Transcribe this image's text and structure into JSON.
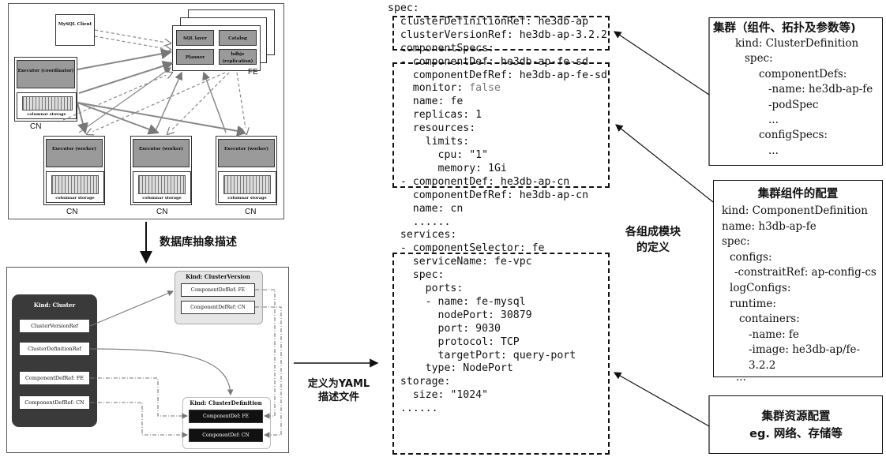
{
  "architecture": {
    "mysql_client": "MySQL Client",
    "fe_modules": [
      "SQL layer",
      "Catalog",
      "Planner",
      "bdbje (replication)"
    ],
    "fe_label": "FE",
    "coordinator": "Executor (coordinator)",
    "worker": "Executor (worker)",
    "storage": "columnar storage",
    "cn_label": "CN"
  },
  "arrow_labels": {
    "abstract": "数据库抽象描述",
    "yaml": "定义为YAML\n描述文件",
    "modules": "各组成模块\n的定义"
  },
  "abstract_model": {
    "cluster_title": "Kind: Cluster",
    "cluster_refs": [
      "ClusterVersionRef",
      "ClusterDefinitionRef",
      "ComponentDefRef: FE",
      "ComponentDefRef: CN"
    ],
    "version_title": "Kind: ClusterVersion",
    "version_refs": [
      "ComponentDefRef: FE",
      "ComponentDefRef: CN"
    ],
    "definition_title": "Kind: ClusterDefinition",
    "definition_defs": [
      "ComponentDef: FE",
      "ComponentDef: CN"
    ]
  },
  "yaml": {
    "lines": [
      "spec:",
      "  clusterDefinitionRef: he3db-ap",
      "  clusterVersionRef: he3db-ap-3.2.2",
      "  componentSpecs:",
      "  - componentDef: he3db-ap-fe-sd",
      "    componentDefRef: he3db-ap-fe-sd",
      "    monitor: false",
      "    name: fe",
      "    replicas: 1",
      "    resources:",
      "      limits:",
      "        cpu: \"1\"",
      "        memory: 1Gi",
      "  - componentDef: he3db-ap-cn",
      "    componentDefRef: he3db-ap-cn",
      "    name: cn",
      "    ......",
      "  services:",
      "  - componentSelector: fe",
      "    serviceName: fe-vpc",
      "    spec:",
      "      ports:",
      "      - name: fe-mysql",
      "        nodePort: 30879",
      "        port: 9030",
      "        protocol: TCP",
      "        targetPort: query-port",
      "      type: NodePort",
      "  storage:",
      "    size: \"1024\"",
      "  ......"
    ]
  },
  "notes": {
    "cluster": {
      "title": "集群（组件、拓扑及参数等)",
      "lines": [
        "kind: ClusterDefinition",
        "spec:",
        "componentDefs:",
        "-name: he3db-ap-fe",
        "-podSpec",
        "...",
        "configSpecs:",
        "..."
      ]
    },
    "component": {
      "title": "集群组件的配置",
      "lines": [
        "kind: ComponentDefinition",
        "name: h3db-ap-fe",
        "spec:",
        "configs:",
        "-constraitRef: ap-config-cs",
        "logConfigs:",
        "runtime:",
        "containers:",
        "-name: fe",
        "-image: he3db-ap/fe-3.2.2",
        "..."
      ]
    },
    "resource": {
      "title": "集群资源配置",
      "subtitle": "eg. 网络、存储等"
    }
  }
}
